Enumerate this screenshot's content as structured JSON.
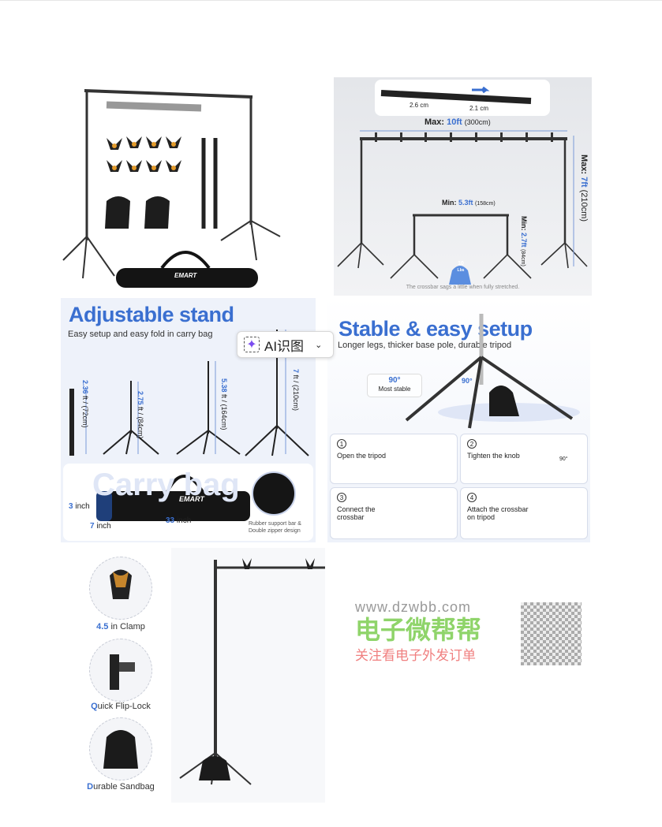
{
  "panel1": {
    "brand": "EMART"
  },
  "panel2": {
    "diam_large": "2.6 cm",
    "diam_small": "2.1 cm",
    "max_width_label": "Max:",
    "max_width_value": "10ft",
    "max_width_metric": "(300cm)",
    "max_height_label": "Max:",
    "max_height_value": "7ft",
    "max_height_metric": "(210cm)",
    "min_width_label": "Min:",
    "min_width_value": "5.3ft",
    "min_width_metric": "(158cm)",
    "min_height_label": "Min:",
    "min_height_value": "2.7ft",
    "min_height_metric": "(84cm)",
    "weight_value": "10",
    "weight_unit": "Lbs",
    "caption": "The crossbar sags a little when fully stretched."
  },
  "panel3": {
    "title": "Adjustable stand",
    "subtitle": "Easy setup and easy fold in carry bag",
    "heights": [
      {
        "value": "2.36",
        "unit": "ft / (72cm)"
      },
      {
        "value": "2.75",
        "unit": "ft / (84cm)"
      },
      {
        "value": "5.38",
        "unit": "ft / (164cm)"
      },
      {
        "value": "7",
        "unit": "ft / (210cm)"
      }
    ],
    "bag_watermark": "Carry bag",
    "bag_brand": "EMART",
    "dim_height": "3",
    "dim_depth": "7",
    "dim_length": "33",
    "dim_unit": "inch",
    "bag_note": "Rubber support bar & Double zipper design"
  },
  "panel4": {
    "title": "Stable & easy setup",
    "subtitle": "Longer legs, thicker base pole, durable tripod",
    "angle": "90°",
    "badge_angle": "90°",
    "badge_text": "Most stable",
    "steps": [
      {
        "num": "1",
        "text": "Open the tripod"
      },
      {
        "num": "2",
        "text": "Tighten the knob",
        "angle": "90°"
      },
      {
        "num": "3",
        "text": "Connect the crossbar"
      },
      {
        "num": "4",
        "text": "Attach the crossbar on tripod"
      }
    ]
  },
  "panel5": {
    "features": [
      {
        "bold": "4.5",
        "rest": " in Clamp"
      },
      {
        "bold": "Q",
        "rest": "uick Flip-Lock"
      },
      {
        "bold": "D",
        "rest": "urable Sandbag"
      }
    ]
  },
  "overlay": {
    "ai_button_label": "AI识图",
    "watermark_url": "www.dzwbb.com",
    "watermark_name": "电子微帮帮",
    "watermark_slogan": "关注看电子外发订单"
  },
  "colors": {
    "accent": "#3a6fd0",
    "watermark_green": "#8fd46a",
    "watermark_red": "#f08080"
  }
}
